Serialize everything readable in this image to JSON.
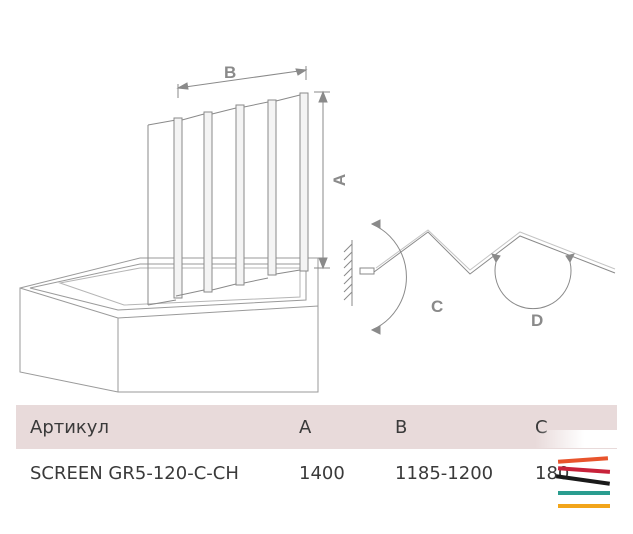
{
  "diagram": {
    "label_a": "A",
    "label_b": "B",
    "label_c": "C",
    "label_d": "D"
  },
  "table": {
    "headers": [
      "Артикул",
      "A",
      "B",
      "C"
    ],
    "rows": [
      [
        "SCREEN GR5-120-C-CH",
        "1400",
        "1185-1200",
        "180"
      ]
    ]
  },
  "logo": {
    "stripe_colors": [
      "#e8542c",
      "#c8223a",
      "#1a1a1a",
      "#2a9d8f",
      "#f2a51a"
    ]
  }
}
